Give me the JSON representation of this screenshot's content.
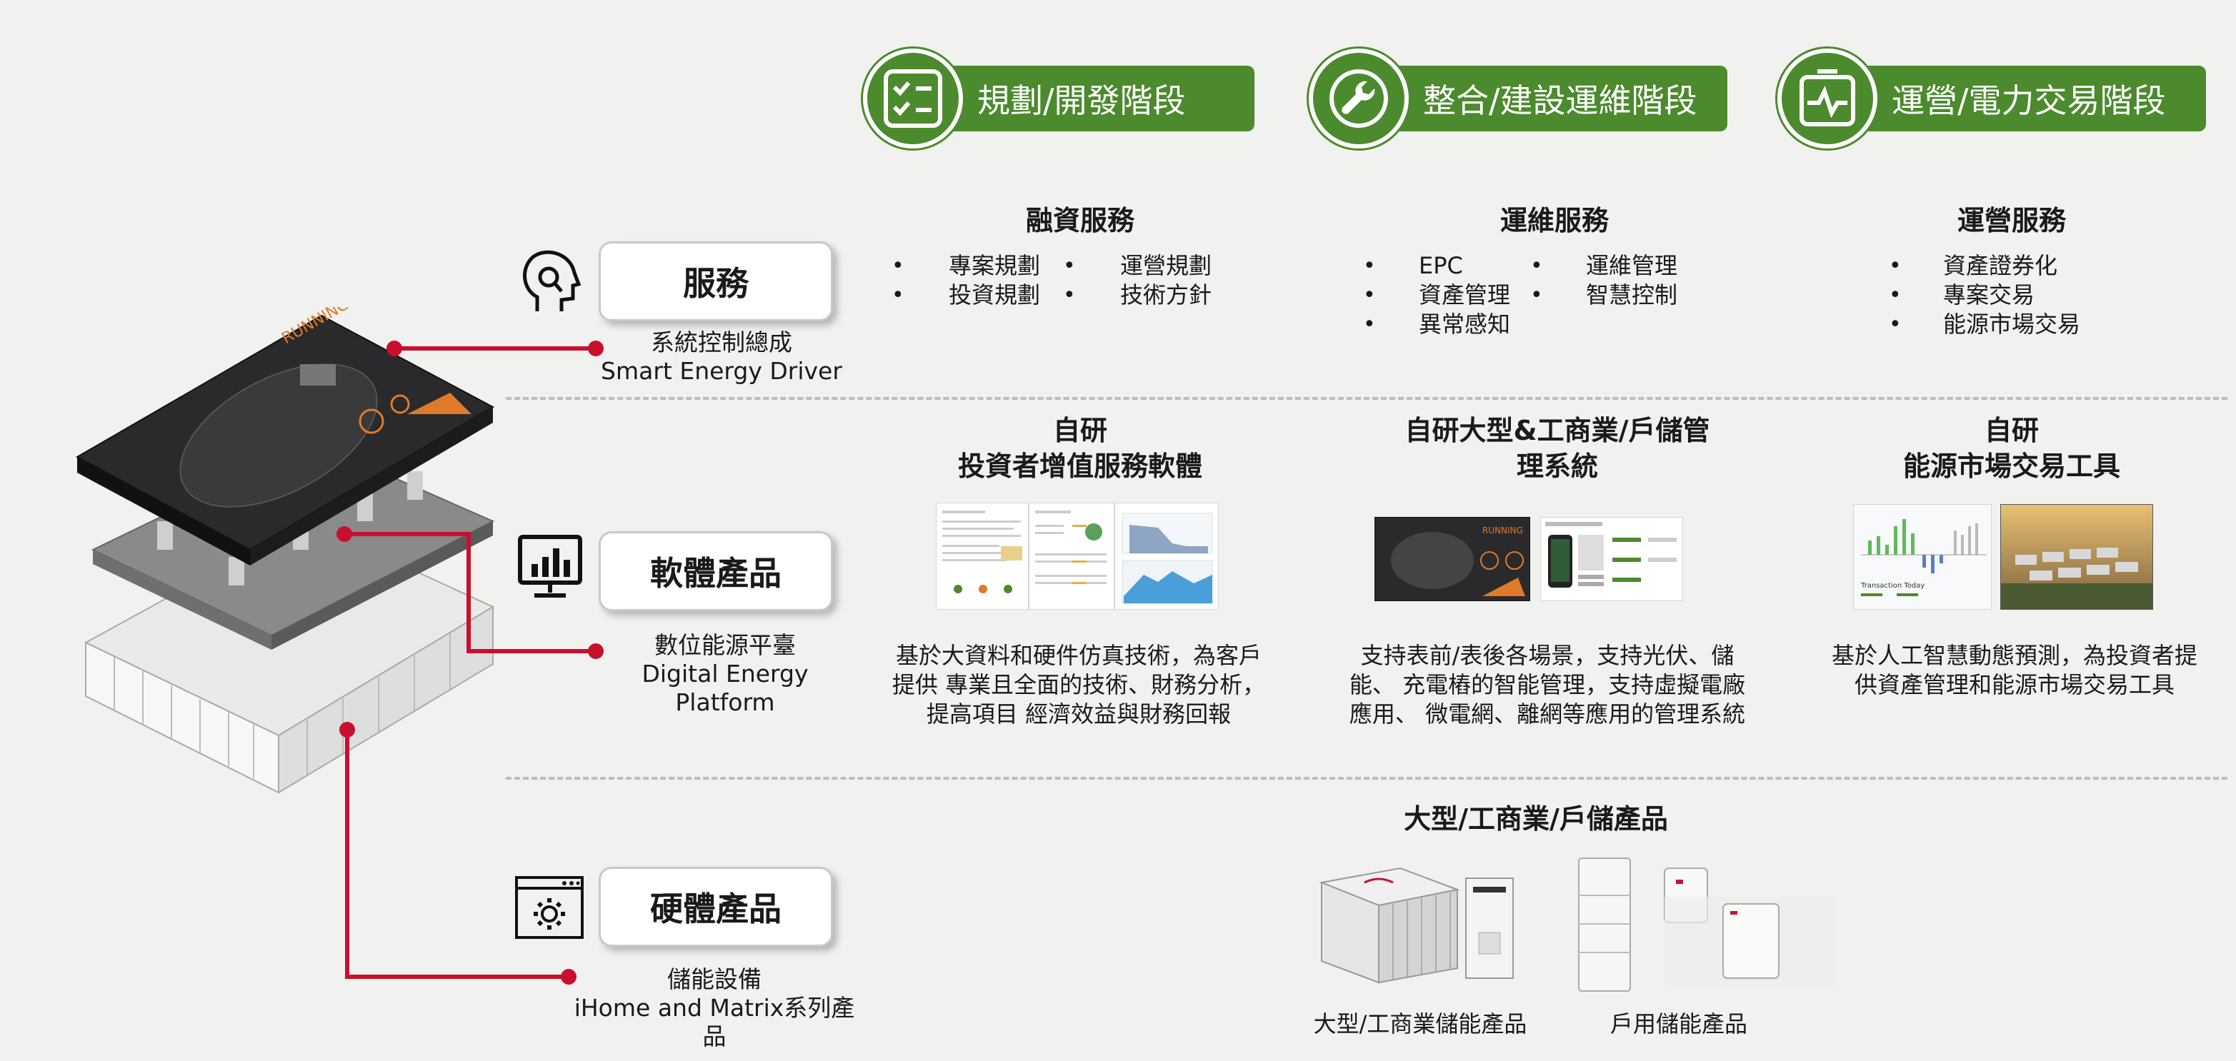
{
  "stages": [
    {
      "label": "規劃/開發階段",
      "icon": "checklist-icon"
    },
    {
      "label": "整合/建設運維階段",
      "icon": "wrench-icon"
    },
    {
      "label": "運營/電力交易階段",
      "icon": "activity-monitor-icon"
    }
  ],
  "categories": {
    "services": {
      "label": "服務",
      "sub1": "系統控制總成",
      "sub2": "Smart Energy Driver",
      "icon": "consultant-head-icon"
    },
    "software": {
      "label": "軟體產品",
      "sub1": "數位能源平臺",
      "sub2": "Digital Energy",
      "sub3": "Platform",
      "icon": "monitor-chart-icon"
    },
    "hardware": {
      "label": "硬體產品",
      "sub1": "儲能設備",
      "sub2": "iHome and Matrix系列產",
      "sub3": "品",
      "icon": "gear-window-icon"
    }
  },
  "service_columns": [
    {
      "title": "融資服務",
      "items_left": [
        "專案規劃",
        "投資規劃"
      ],
      "items_right": [
        "運營規劃",
        "技術方針"
      ]
    },
    {
      "title": "運維服務",
      "items_left": [
        "EPC",
        "資產管理",
        "異常感知"
      ],
      "items_right": [
        "運維管理",
        "智慧控制"
      ]
    },
    {
      "title": "運營服務",
      "items_left": [
        "資產證券化",
        "專案交易",
        "能源市場交易"
      ],
      "items_right": []
    }
  ],
  "software_columns": [
    {
      "title1": "自研",
      "title2": "投資者增值服務軟體",
      "desc": [
        "基於大資料和硬件仿真技術，為客戶",
        "提供 專業且全面的技術、財務分析，",
        "提高項目 經濟效益與財務回報"
      ]
    },
    {
      "title1": "自研大型&工商業/戶儲管",
      "title2": "理系統",
      "desc": [
        "支持表前/表後各場景，支持光伏、儲",
        "能、 充電樁的智能管理，支持虛擬電廠",
        "應用、 微電網、離網等應用的管理系統"
      ]
    },
    {
      "title1": "自研",
      "title2": "能源市場交易工具",
      "desc": [
        "基於人工智慧動態預測，為投資者提",
        "供資產管理和能源市場交易工具"
      ]
    }
  ],
  "hardware_section": {
    "title": "大型/工商業/戶儲產品",
    "caption_left": "大型/工商業儲能產品",
    "caption_right": "戶用儲能產品"
  },
  "screen_text": {
    "running": "RUNNING",
    "dashboard_running": "RUNNING",
    "trade_label": "Transaction Today"
  },
  "colors": {
    "green": "#4c8a2e",
    "red": "#c8102e",
    "bg": "#f1f1ef"
  }
}
